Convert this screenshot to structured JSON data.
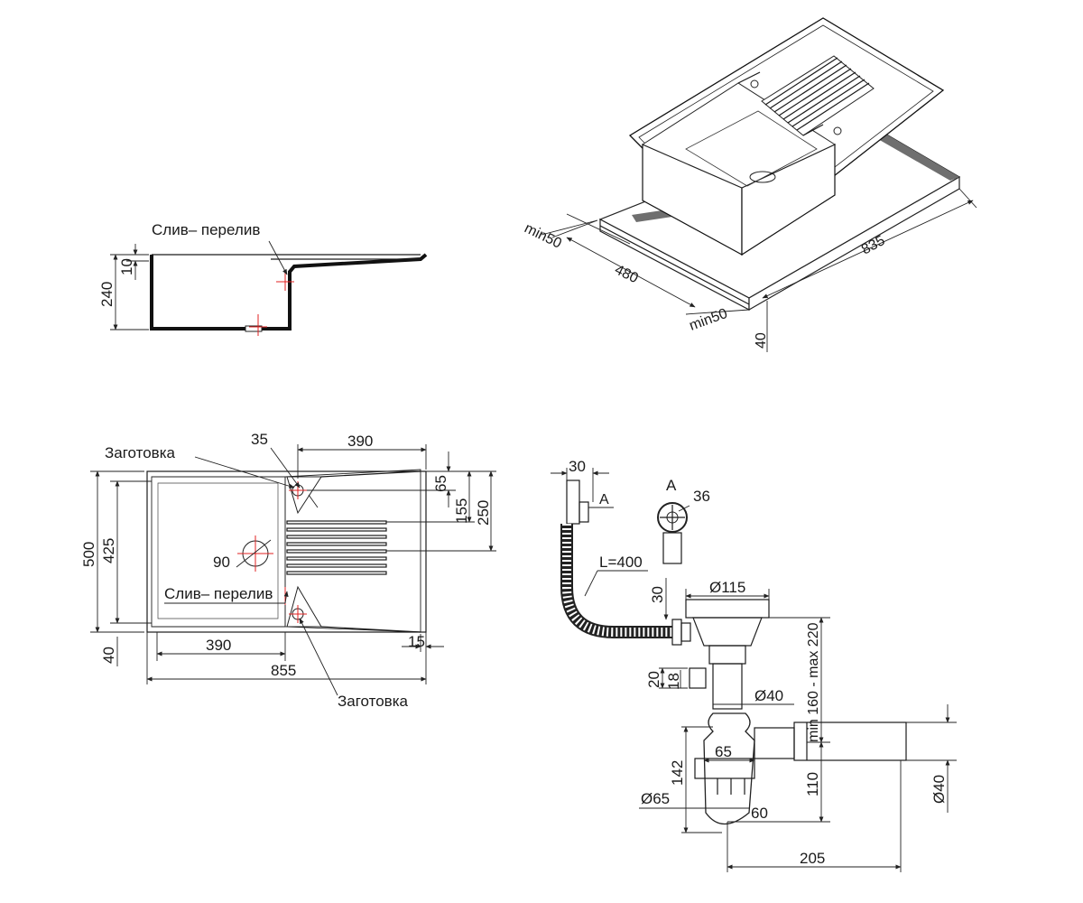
{
  "section_view": {
    "label_drain": "Слив– перелив",
    "dim_height": "240",
    "dim_offset": "10"
  },
  "iso_view": {
    "dim_min_top": "min50",
    "dim_depth": "480",
    "dim_min_bottom": "min50",
    "dim_length": "835",
    "dim_thickness": "40"
  },
  "plan_view": {
    "label_blank_top": "Заготовка",
    "label_blank_bottom": "Заготовка",
    "label_drain": "Слив– перелив",
    "dims": {
      "hole_dia": "35",
      "top_width": "390",
      "d65": "65",
      "d155": "155",
      "d250": "250",
      "overall_height": "500",
      "inner_height": "425",
      "drain_dia": "90",
      "bottom_width": "390",
      "edge_40": "40",
      "edge_15": "15",
      "overall_width": "855"
    }
  },
  "siphon_view": {
    "dims": {
      "d30_top": "30",
      "detail_ref": "A",
      "detail_title": "A",
      "d36": "36",
      "hose_length": "L=400",
      "d30_side": "30",
      "dia115": "Ø115",
      "range": "min 160 - max 220",
      "d20": "20",
      "d18": "18",
      "dia40_mid": "Ø40",
      "d65": "65",
      "d142": "142",
      "d110": "110",
      "dia65": "Ø65",
      "d60": "60",
      "dia40_right": "Ø40",
      "d205": "205"
    }
  }
}
